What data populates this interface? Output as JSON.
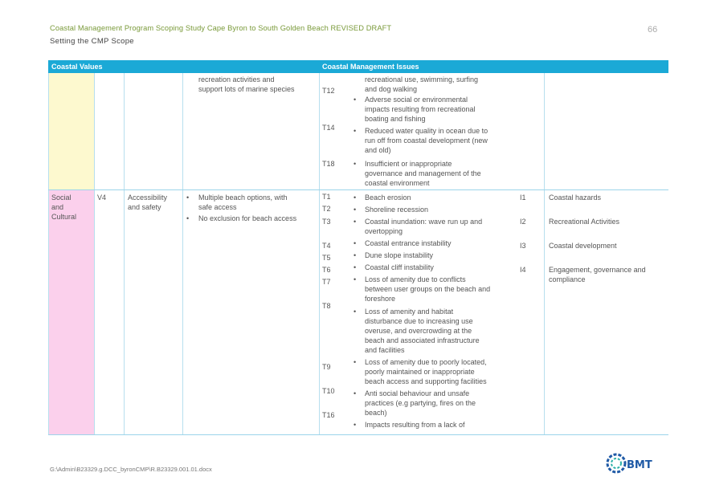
{
  "header": {
    "title": "Coastal Management Program Scoping Study Cape Byron to South Golden Beach REVISED DRAFT",
    "subtitle": "Setting the CMP Scope",
    "page_number": "66"
  },
  "table": {
    "headers": [
      "Coastal Values",
      "Coastal Management Issues"
    ],
    "row1": {
      "value_text": [
        "recreation activities and",
        "support lots of marine species"
      ],
      "issues": [
        {
          "code": "",
          "lines": [
            "recreational use, swimming, surfing",
            "and dog walking"
          ]
        },
        {
          "code": "T12",
          "lines": [
            "Adverse social or environmental",
            "impacts resulting from recreational",
            "boating and fishing"
          ]
        },
        {
          "code": "T14",
          "lines": [
            "Reduced water quality in ocean due to",
            "run off from coastal development (new",
            "and old)"
          ]
        },
        {
          "code": "T18",
          "lines": [
            "Insufficient or inappropriate",
            "governance and management of the",
            "coastal environment"
          ]
        }
      ]
    },
    "row2": {
      "category": [
        "Social",
        "and",
        "Cultural"
      ],
      "id": "V4",
      "value_name": [
        "Accessibility",
        "and safety"
      ],
      "values": [
        [
          "Multiple beach options, with",
          "safe access"
        ],
        [
          "No exclusion for beach access"
        ]
      ],
      "issues": [
        {
          "code": "T1",
          "lines": [
            "Beach erosion"
          ]
        },
        {
          "code": "T2",
          "lines": [
            "Shoreline recession"
          ]
        },
        {
          "code": "T3",
          "lines": [
            "Coastal inundation: wave run up and",
            "overtopping"
          ]
        },
        {
          "code": "T4",
          "lines": [
            "Coastal entrance instability"
          ]
        },
        {
          "code": "T5",
          "lines": [
            "Dune slope instability"
          ]
        },
        {
          "code": "T6",
          "lines": [
            "Coastal cliff instability"
          ]
        },
        {
          "code": "T7",
          "lines": [
            "Loss of amenity due to conflicts",
            "between user groups on the beach and",
            "foreshore"
          ]
        },
        {
          "code": "T8",
          "lines": [
            "Loss of amenity and habitat",
            "disturbance due to increasing use",
            "overuse, and overcrowding at the",
            "beach and associated infrastructure",
            "and facilities"
          ]
        },
        {
          "code": "T9",
          "lines": [
            "Loss of amenity due to poorly located,",
            "poorly maintained or inappropriate",
            "beach access and supporting facilities"
          ]
        },
        {
          "code": "T10",
          "lines": [
            "Anti social behaviour and unsafe",
            "practices (e.g partying, fires on the",
            "beach)"
          ]
        },
        {
          "code": "T16",
          "lines": [
            "Impacts resulting from a lack of"
          ]
        }
      ],
      "themes": [
        {
          "code": "I1",
          "lines": [
            "Coastal hazards"
          ]
        },
        {
          "code": "I2",
          "lines": [
            "Recreational Activities"
          ]
        },
        {
          "code": "I3",
          "lines": [
            "Coastal development"
          ]
        },
        {
          "code": "I4",
          "lines": [
            "Engagement, governance and",
            "compliance"
          ]
        }
      ]
    }
  },
  "footer": {
    "path": "G:\\Admin\\B23329.g.DCC_byronCMP\\R.B23329.001.01.docx"
  },
  "logo": {
    "text": "BMT",
    "color": "#1f5aa6"
  },
  "colors": {
    "header_bar": "#1ba9d6",
    "yellow_cell": "#fdf9cf",
    "pink_cell": "#fbd0ec",
    "title_green": "#7a9a3a"
  }
}
